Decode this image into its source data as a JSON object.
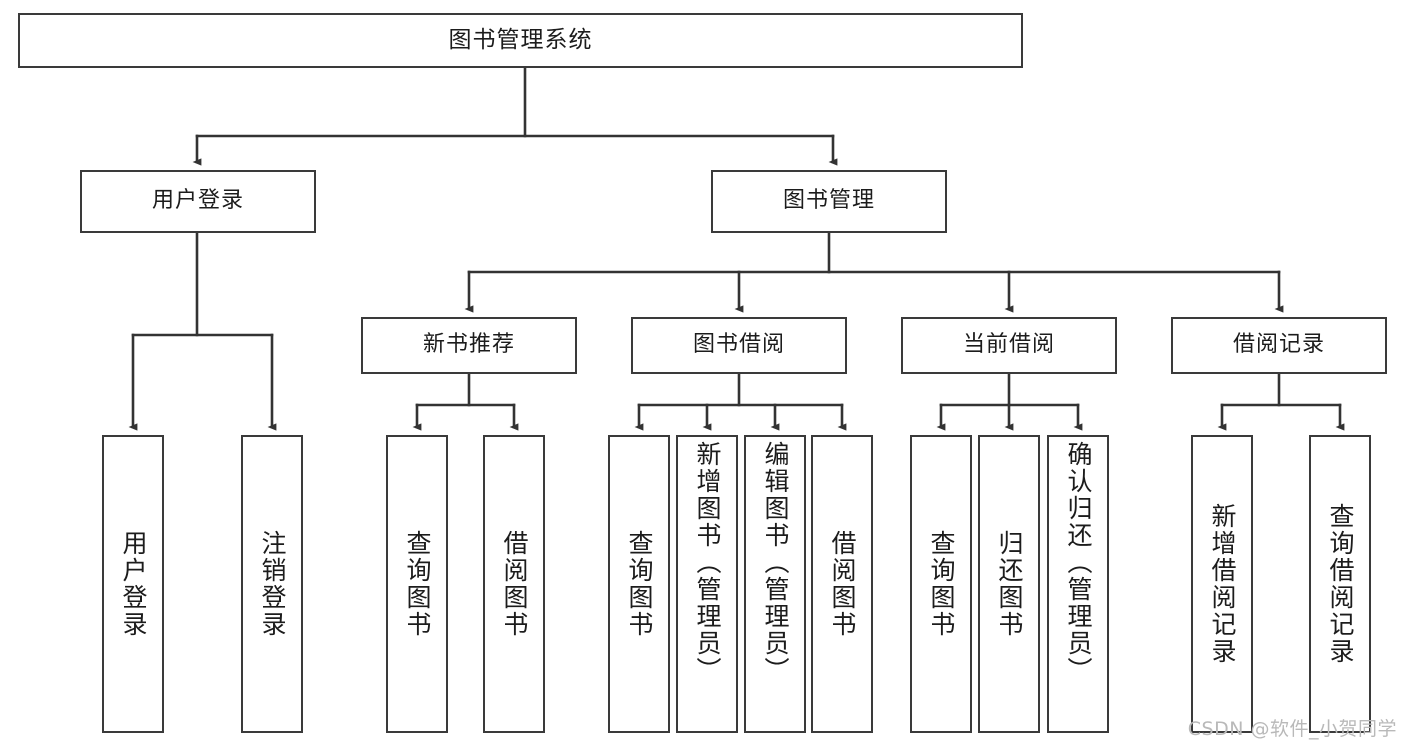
{
  "diagram": {
    "type": "tree",
    "title": "图书管理系统",
    "watermark": "CSDN @软件_小贺同学",
    "colors": {
      "box_border": "#3a3a3a",
      "box_fill": "#ffffff",
      "edge": "#333333",
      "text": "#1c1c1c",
      "watermark": "#b9b9b9",
      "background": "#ffffff"
    },
    "nodes": {
      "root": {
        "label": "图书管理系统"
      },
      "level2": [
        {
          "id": "user-login",
          "label": "用户登录"
        },
        {
          "id": "book-management",
          "label": "图书管理"
        }
      ],
      "level3": [
        {
          "id": "new-book-recommend",
          "label": "新书推荐"
        },
        {
          "id": "book-borrow",
          "label": "图书借阅"
        },
        {
          "id": "current-borrow",
          "label": "当前借阅"
        },
        {
          "id": "borrow-record",
          "label": "借阅记录"
        }
      ],
      "leaves": {
        "user-login": [
          {
            "id": "leaf-user-login",
            "label": "用户登录"
          },
          {
            "id": "leaf-logout",
            "label": "注销登录"
          }
        ],
        "new-book-recommend": [
          {
            "id": "leaf-query-book-1",
            "label": "查询图书"
          },
          {
            "id": "leaf-borrow-book-1",
            "label": "借阅图书"
          }
        ],
        "book-borrow": [
          {
            "id": "leaf-query-book-2",
            "label": "查询图书"
          },
          {
            "id": "leaf-add-book",
            "label": "新增图书（管理员）"
          },
          {
            "id": "leaf-edit-book",
            "label": "编辑图书（管理员）"
          },
          {
            "id": "leaf-borrow-book-2",
            "label": "借阅图书"
          }
        ],
        "current-borrow": [
          {
            "id": "leaf-query-book-3",
            "label": "查询图书"
          },
          {
            "id": "leaf-return-book",
            "label": "归还图书"
          },
          {
            "id": "leaf-confirm-return",
            "label": "确认归还（管理员）"
          }
        ],
        "borrow-record": [
          {
            "id": "leaf-add-record",
            "label": "新增借阅记录"
          },
          {
            "id": "leaf-query-record",
            "label": "查询借阅记录"
          }
        ]
      }
    }
  }
}
